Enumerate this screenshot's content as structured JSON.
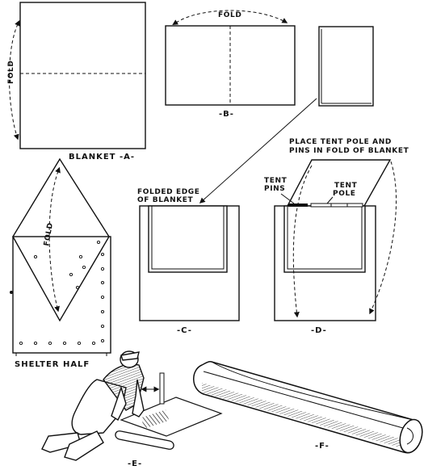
{
  "figure": {
    "panel_a": {
      "fold_label": "FOLD",
      "caption": "BLANKET",
      "letter": "-A-"
    },
    "panel_b": {
      "fold_label": "FOLD",
      "letter": "-B-"
    },
    "panel_c": {
      "note": "FOLDED EDGE",
      "note2": "OF BLANKET",
      "letter": "-C-"
    },
    "panel_d": {
      "note": "PLACE TENT POLE AND",
      "note2": "PINS IN FOLD OF BLANKET",
      "pins_label": "TENT",
      "pins_label2": "PINS",
      "pole_label": "TENT",
      "pole_label2": "POLE",
      "letter": "-D-"
    },
    "shelter": {
      "fold_label": "FOLD",
      "caption": "SHELTER HALF"
    },
    "panel_e": {
      "letter": "-E-"
    },
    "panel_f": {
      "letter": "-F-"
    }
  }
}
